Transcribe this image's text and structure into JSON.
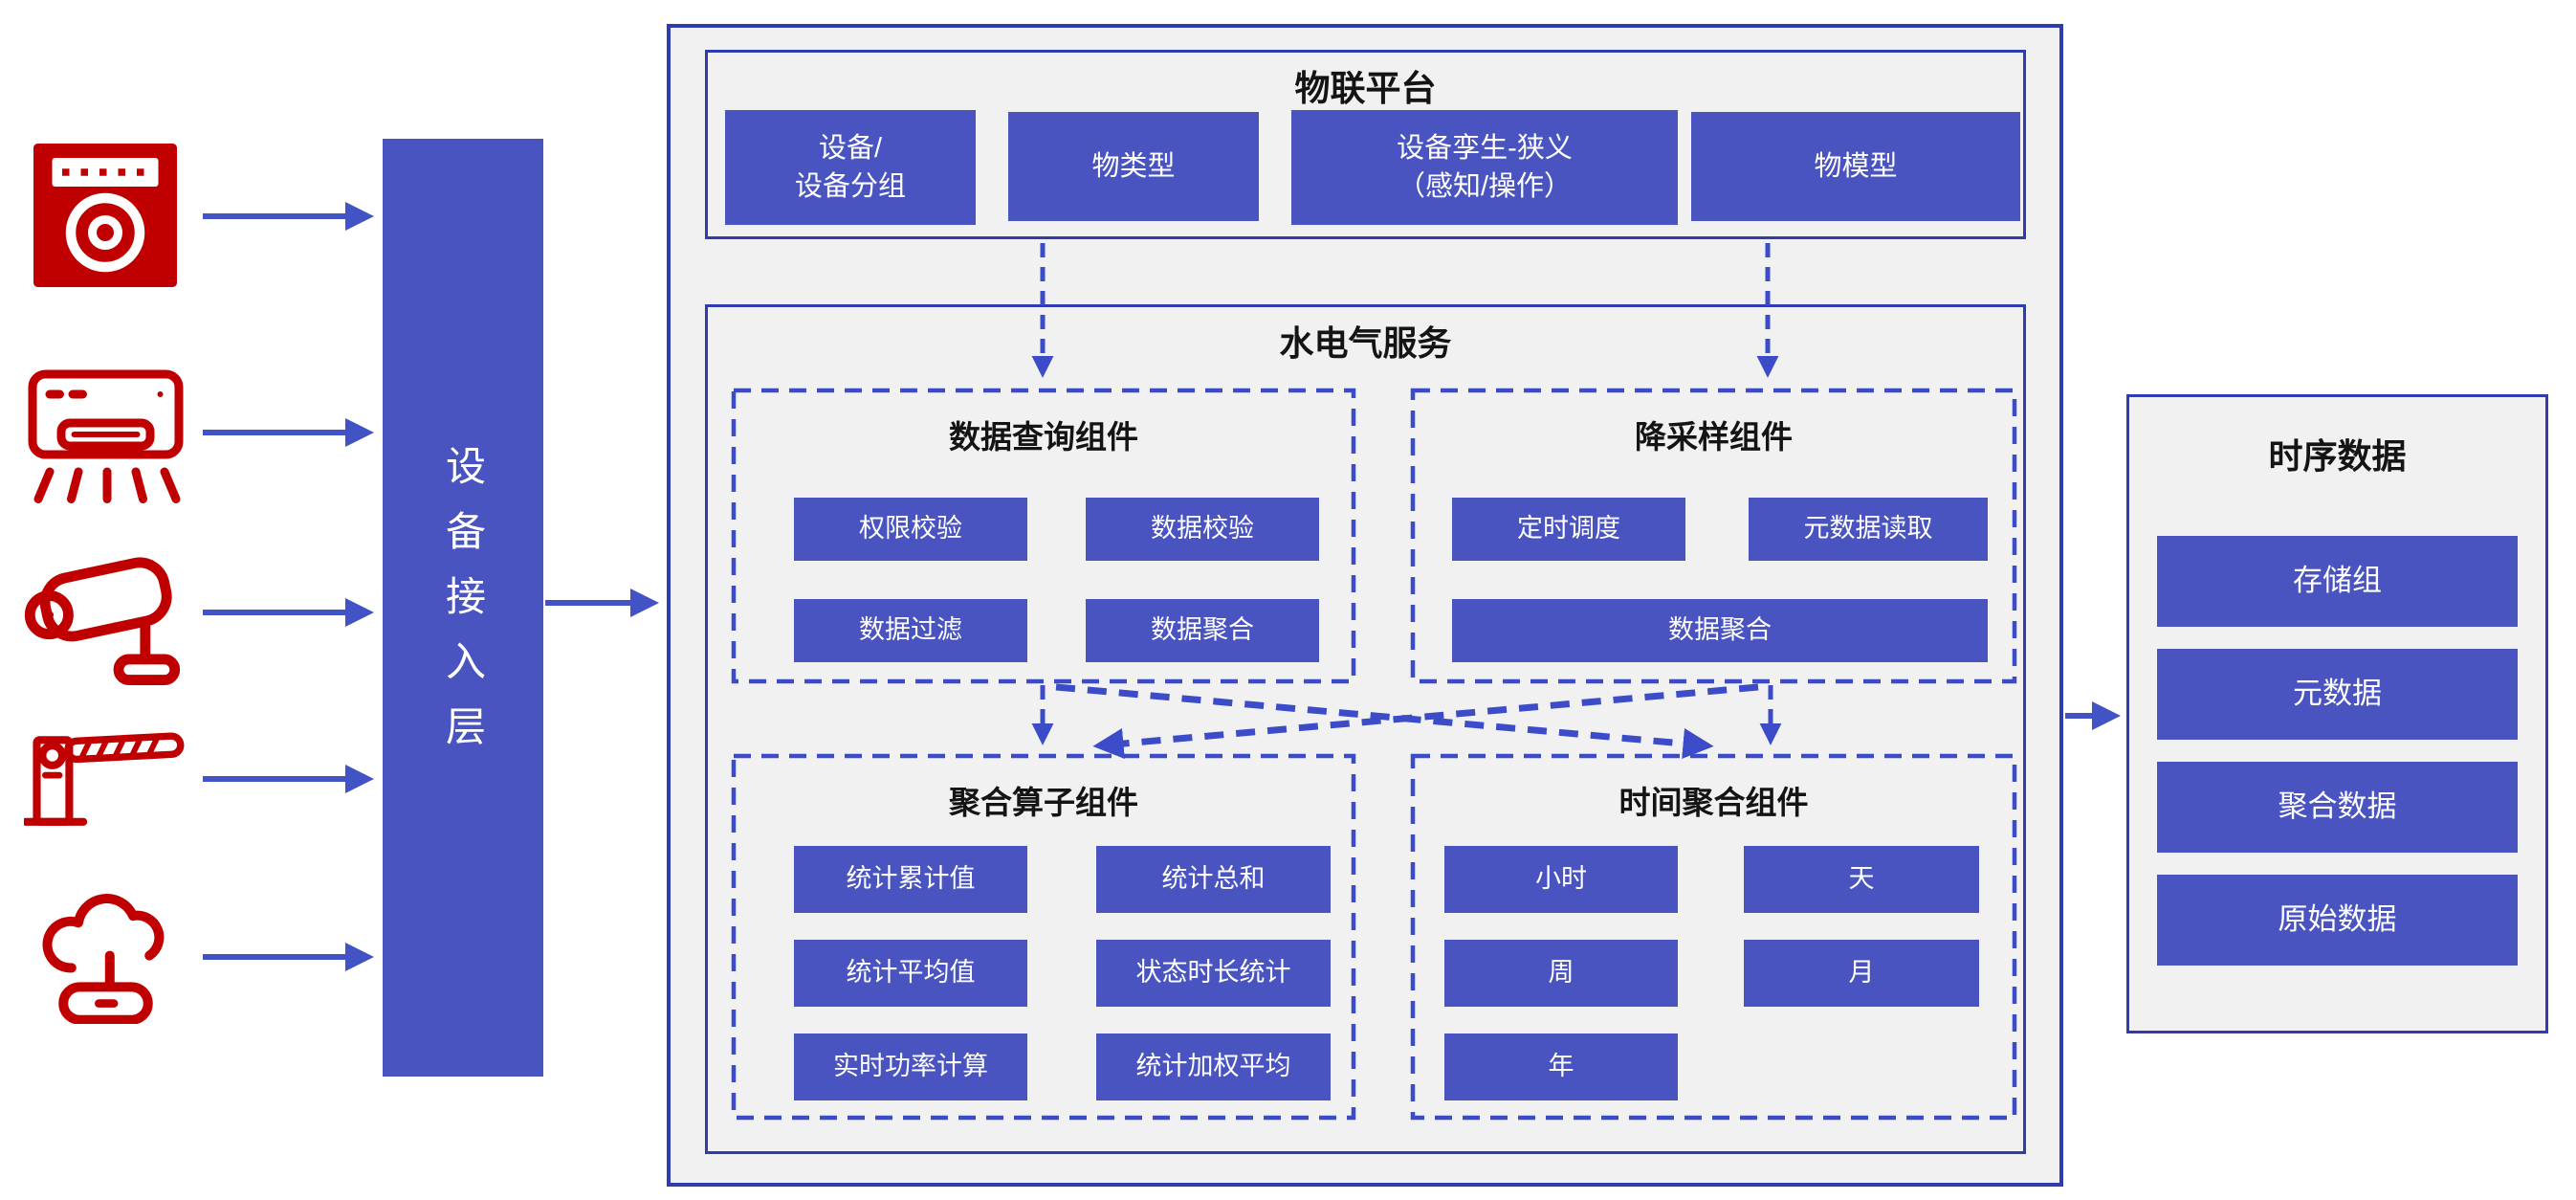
{
  "colors": {
    "node_blue": "#4a54c0",
    "border_blue": "#2e3cb0",
    "dash_blue": "#3c4bc8",
    "arrow_blue": "#4657c6",
    "icon_red": "#c00000",
    "panel_gray": "#f1f1f2"
  },
  "device_icons": [
    "electric-meter-icon",
    "air-conditioner-icon",
    "cctv-camera-icon",
    "barrier-gate-icon",
    "iot-gateway-icon"
  ],
  "access_layer": {
    "label": "设备接入层"
  },
  "iot_platform": {
    "title": "物联平台",
    "buttons": [
      {
        "line1": "设备/",
        "line2": "设备分组"
      },
      {
        "line1": "物类型",
        "line2": ""
      },
      {
        "line1": "设备孪生-狭义",
        "line2": "（感知/操作）"
      },
      {
        "line1": "物模型",
        "line2": ""
      }
    ]
  },
  "service": {
    "title": "水电气服务",
    "data_query": {
      "title": "数据查询组件",
      "buttons": [
        "权限校验",
        "数据校验",
        "数据过滤",
        "数据聚合"
      ]
    },
    "downsample": {
      "title": "降采样组件",
      "buttons": [
        "定时调度",
        "元数据读取",
        "数据聚合"
      ]
    },
    "aggregation": {
      "title": "聚合算子组件",
      "buttons": [
        "统计累计值",
        "统计总和",
        "统计平均值",
        "状态时长统计",
        "实时功率计算",
        "统计加权平均"
      ]
    },
    "time_agg": {
      "title": "时间聚合组件",
      "buttons": [
        "小时",
        "天",
        "周",
        "月",
        "年"
      ]
    }
  },
  "timeseries": {
    "title": "时序数据",
    "buttons": [
      "存储组",
      "元数据",
      "聚合数据",
      "原始数据"
    ]
  }
}
